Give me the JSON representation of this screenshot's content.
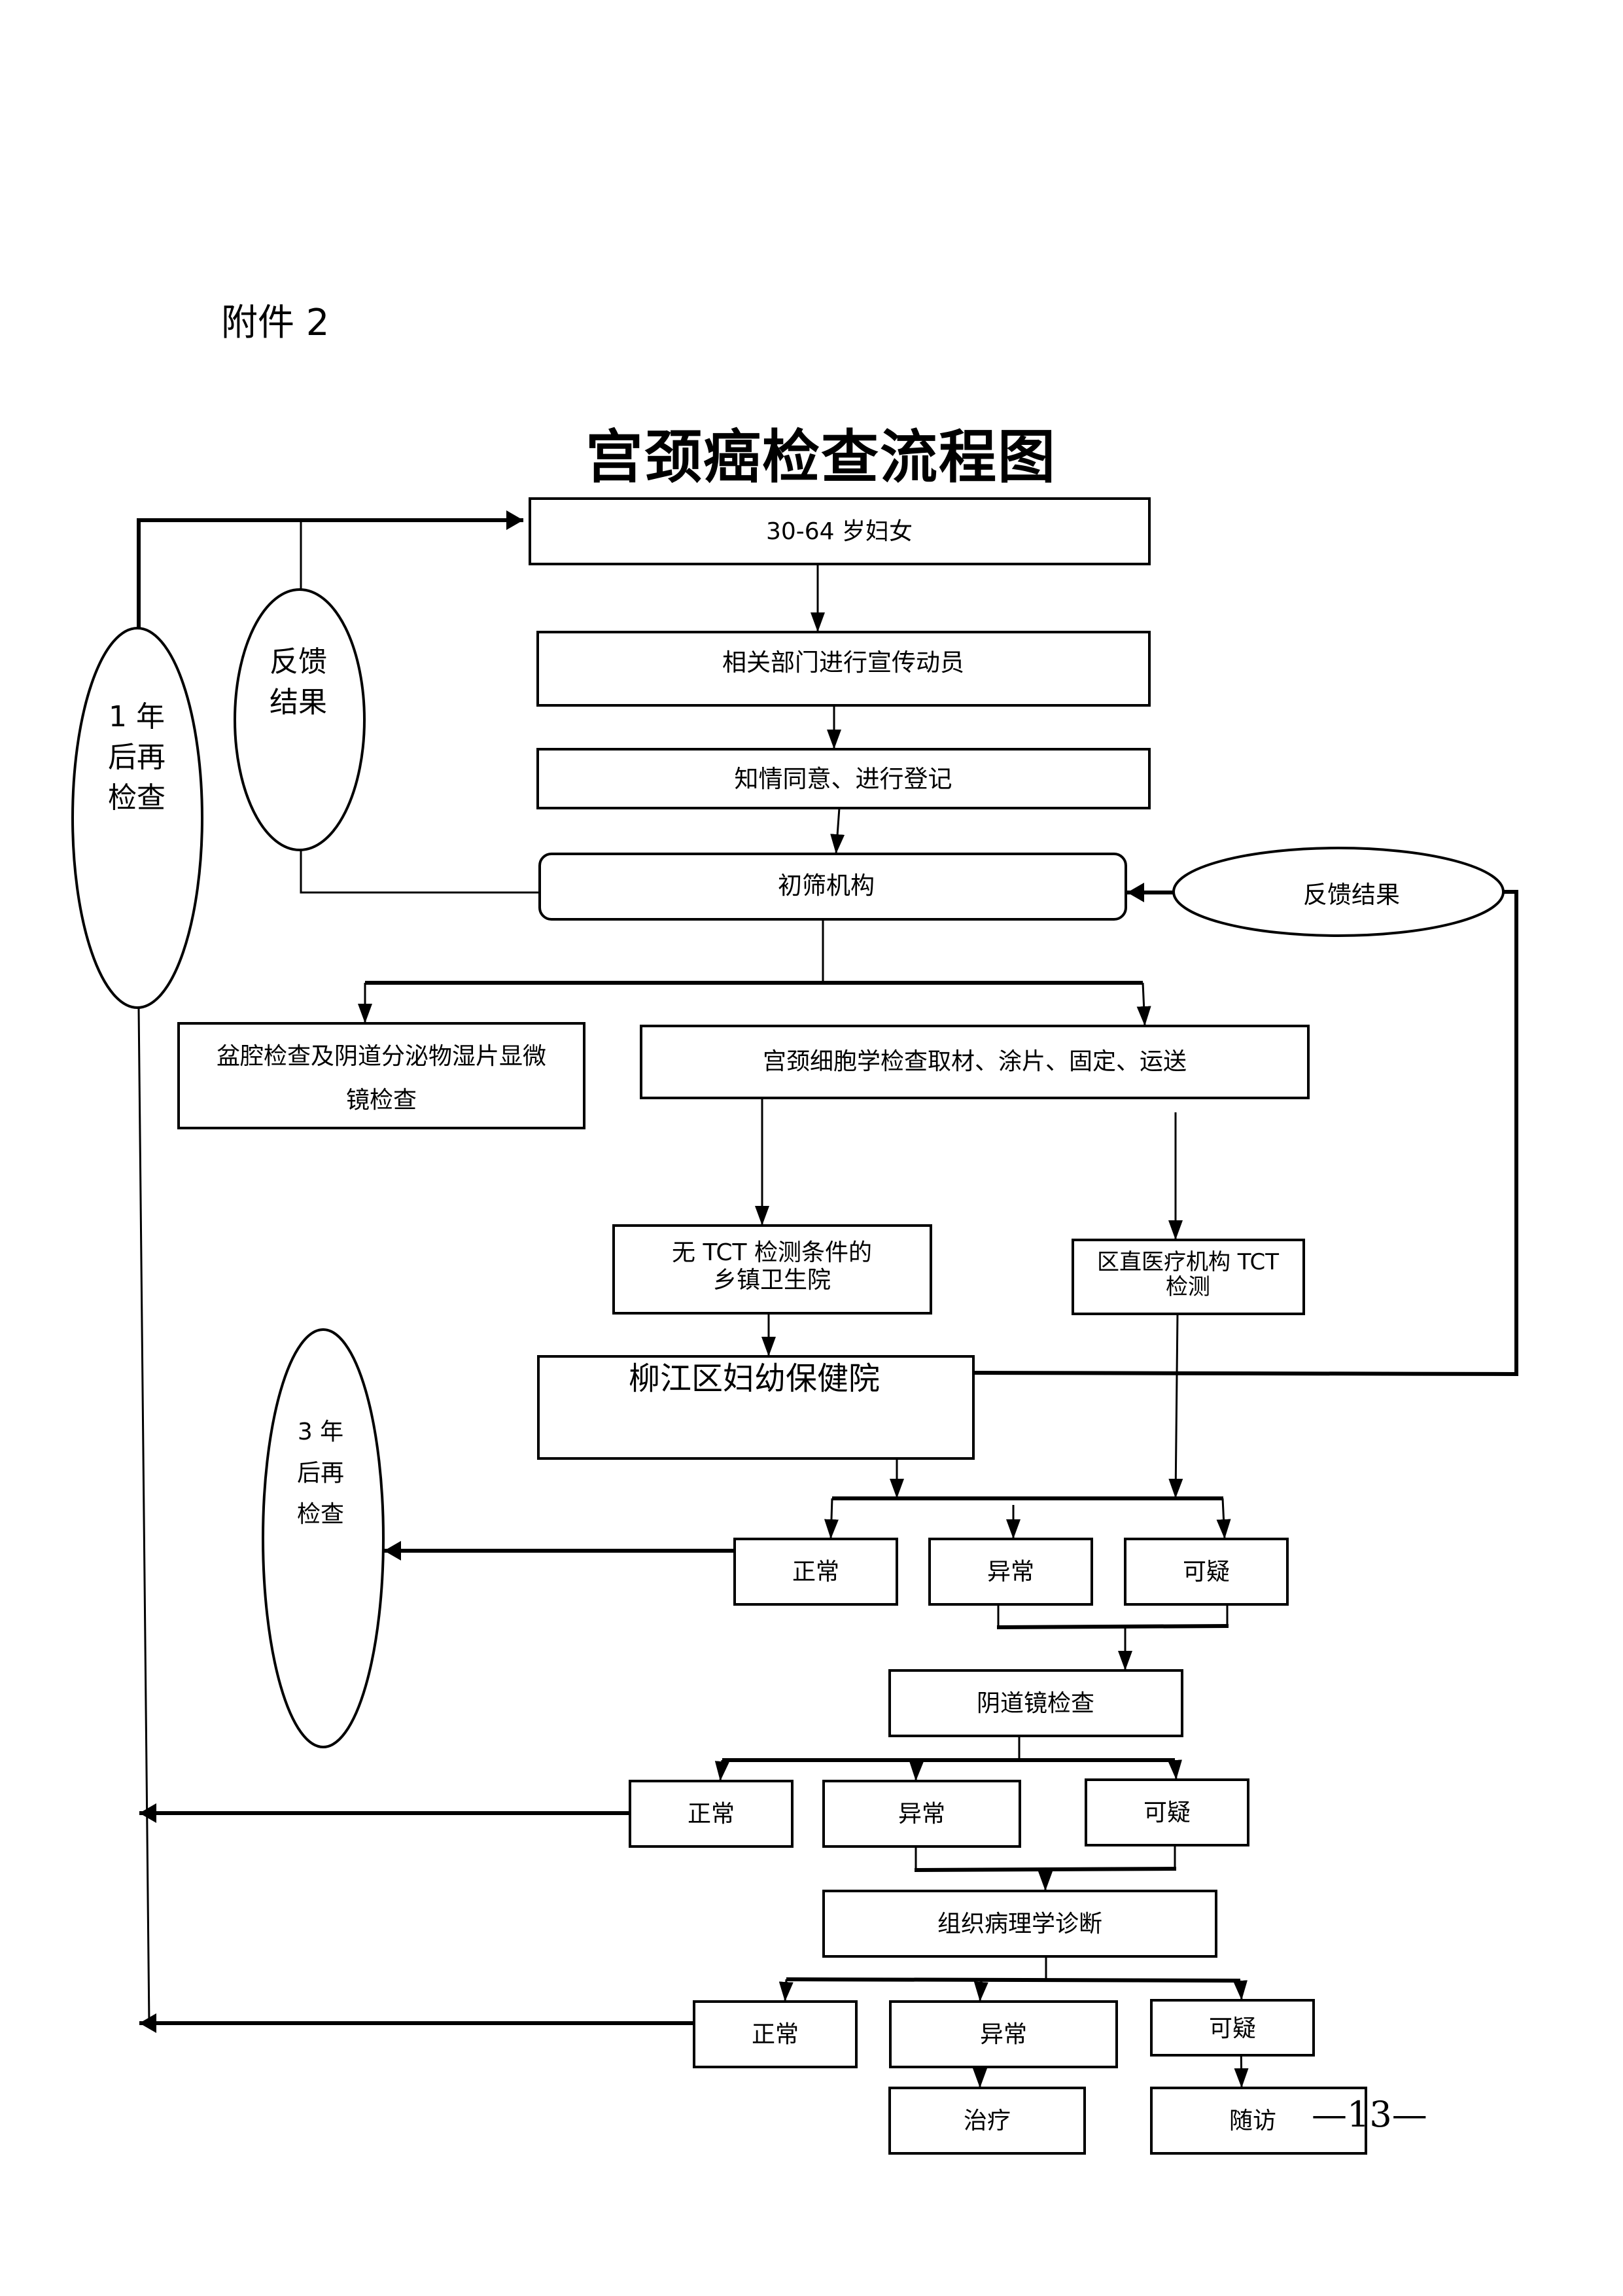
{
  "header": {
    "attachment": "附件 2",
    "title": "宫颈癌检查流程图"
  },
  "nodes": {
    "women": "30-64 岁妇女",
    "publicity": "相关部门进行宣传动员",
    "consent": "知情同意、进行登记",
    "screening": "初筛机构",
    "feedback_right": "反馈结果",
    "feedback_left": [
      "反馈",
      "结果"
    ],
    "recheck_1yr": [
      "1 年",
      "后再",
      "检查"
    ],
    "pelvic": [
      "盆腔检查及阴道分泌物湿片显微",
      "镜检查"
    ],
    "cytology": "宫颈细胞学检查取材、涂片、固定、运送",
    "township": [
      "无 TCT 检测条件的",
      "乡镇卫生院"
    ],
    "district_tct": [
      "区直医疗机构 TCT",
      "检测"
    ],
    "mch_hospital": "柳江区妇幼保健院",
    "recheck_3yr": [
      "3 年",
      "后再",
      "检查"
    ],
    "r1": {
      "normal": "正常",
      "abnormal": "异常",
      "suspicious": "可疑"
    },
    "colposcopy": "阴道镜检查",
    "r2": {
      "normal": "正常",
      "abnormal": "异常",
      "suspicious": "可疑"
    },
    "pathology": "组织病理学诊断",
    "r3": {
      "normal": "正常",
      "abnormal": "异常",
      "suspicious": "可疑"
    },
    "treatment": "治疗",
    "followup": "随访"
  },
  "footer": {
    "page_number": "—13—"
  }
}
